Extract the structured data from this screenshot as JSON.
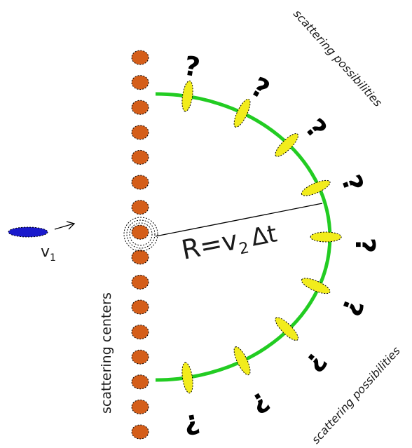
{
  "labels": {
    "incoming_velocity": "v",
    "incoming_velocity_sub": "1",
    "radius_prefix": "R",
    "radius_eq": "=",
    "radius_v": "v",
    "radius_sub": "2",
    "radius_delta": "Δt",
    "scattering_centers": "scattering centers",
    "scattering_possibilities_top": "scattering possibilities",
    "scattering_possibilities_bottom": "scattering possibilities",
    "question_mark": "?"
  },
  "colors": {
    "scatterer": "#d45e1a",
    "incoming_particle": "#1a1acc",
    "wavefront": "#22cc22",
    "candidate": "#f2ec1c",
    "line": "#000000"
  },
  "scattering_center_count": 16,
  "candidate_count": 9
}
